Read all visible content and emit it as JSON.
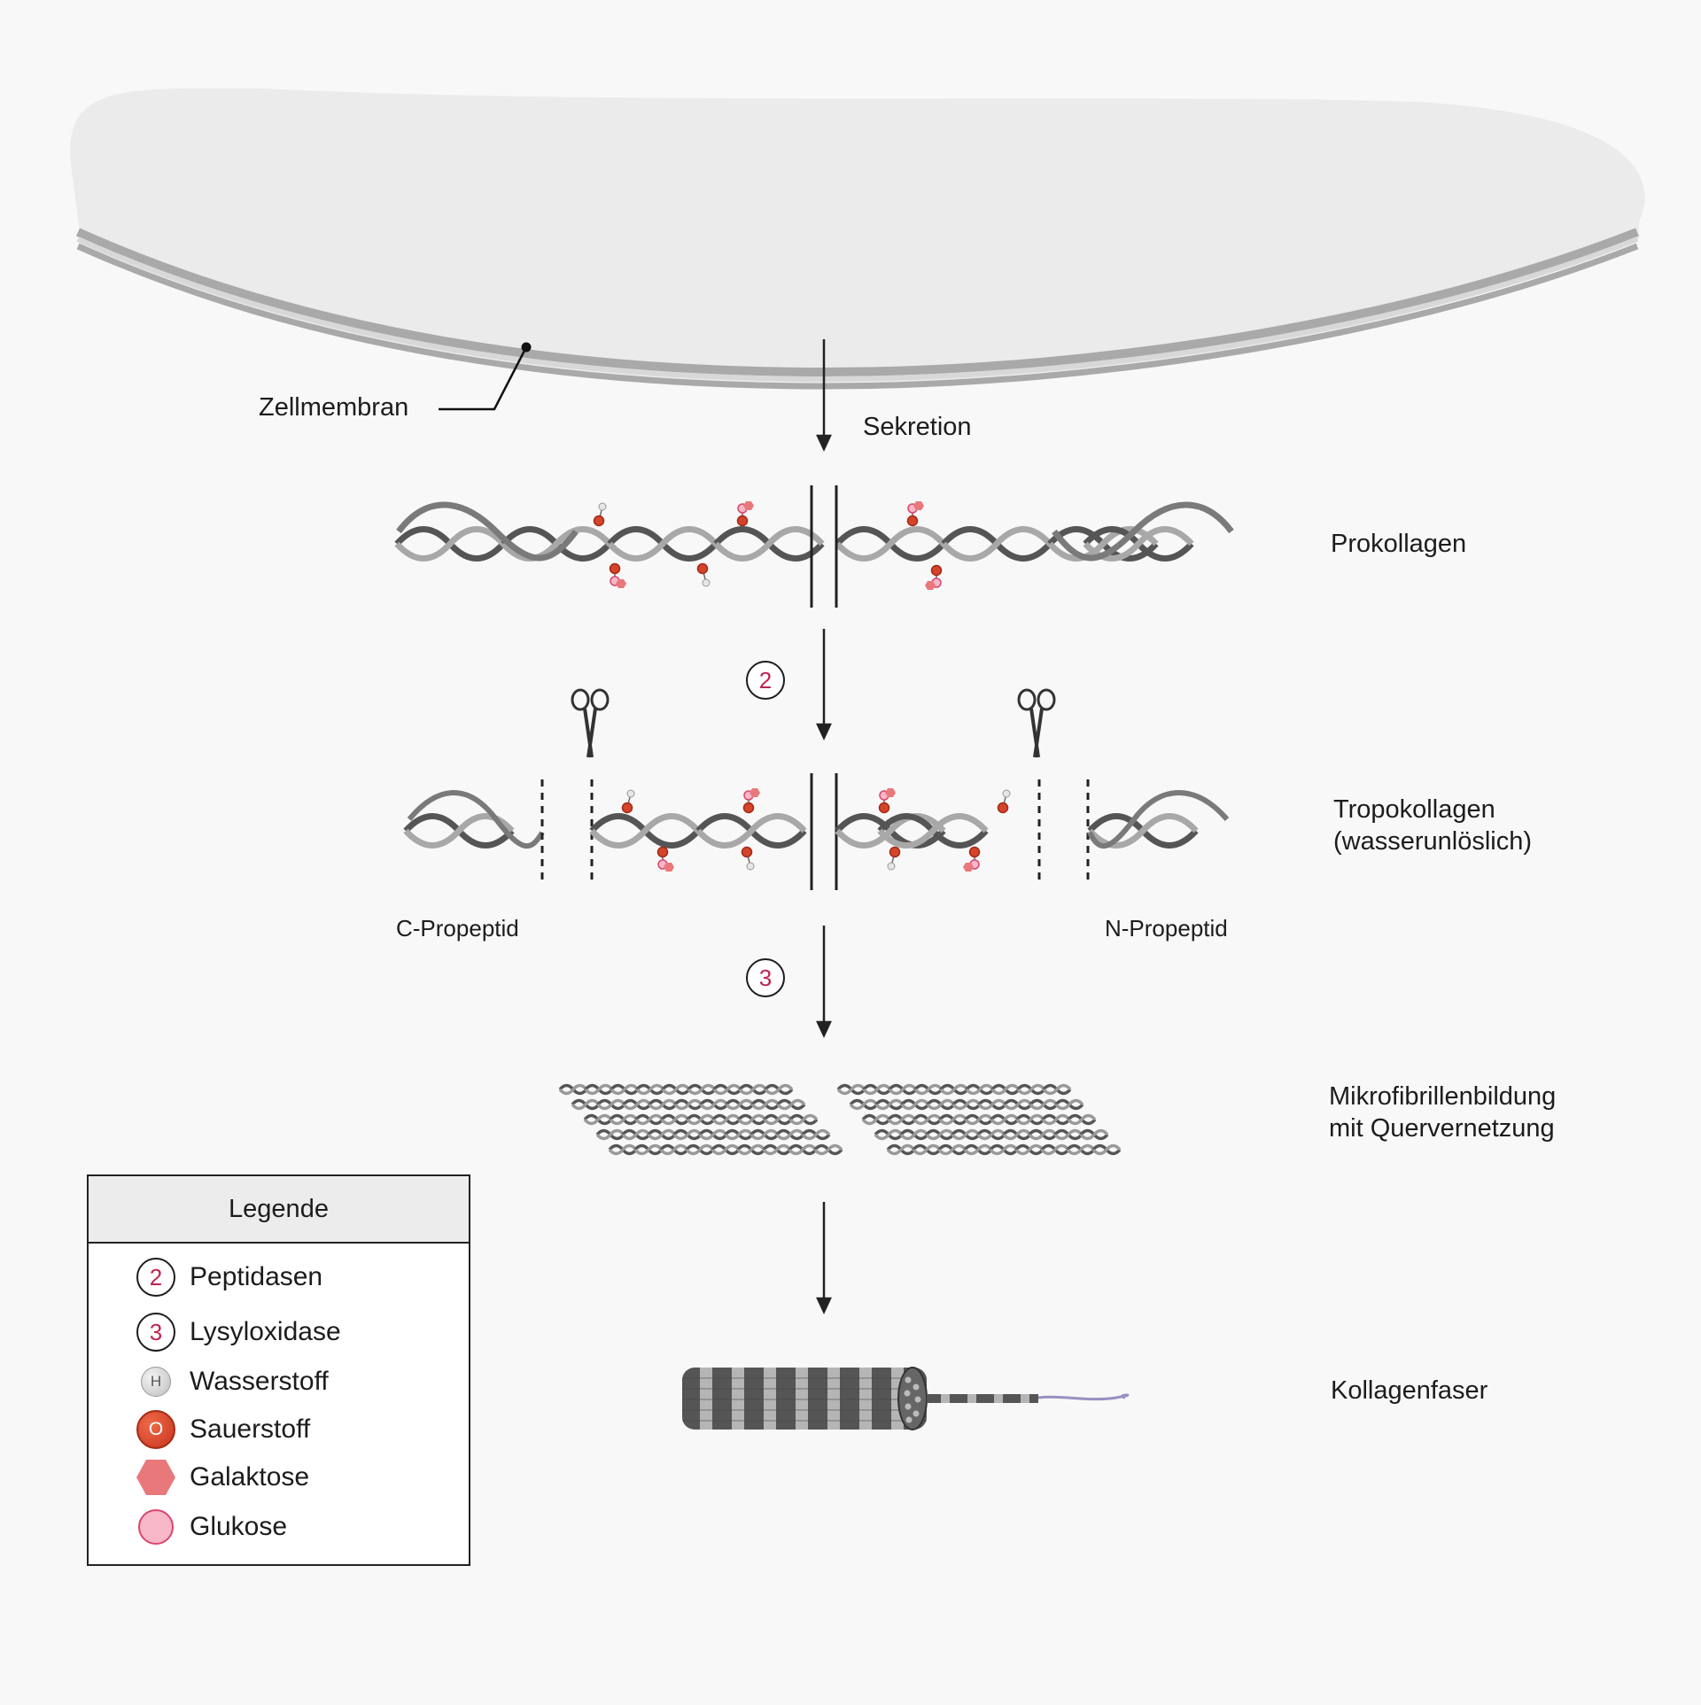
{
  "labels": {
    "membrane": "Zellmembran",
    "secretion": "Sekretion",
    "procollagen": "Prokollagen",
    "tropocollagen": "Tropokollagen\n(wasserunlöslich)",
    "c_propeptide": "C-Propeptid",
    "n_propeptide": "N-Propeptid",
    "microfibrils": "Mikrofibrillenbildung\nmit Quervernetzung",
    "fiber": "Kollagenfaser"
  },
  "steps": {
    "peptidase_step": "2",
    "lysyloxidase_step": "3"
  },
  "legend": {
    "title": "Legende",
    "items": [
      {
        "symbol": "2",
        "icon": "step-circle",
        "label": "Peptidasen"
      },
      {
        "symbol": "3",
        "icon": "step-circle",
        "label": "Lysyloxidase"
      },
      {
        "symbol": "H",
        "icon": "hydrogen-atom",
        "label": "Wasserstoff"
      },
      {
        "symbol": "O",
        "icon": "oxygen-atom",
        "label": "Sauerstoff"
      },
      {
        "icon": "galactose-hexagon",
        "label": "Galaktose"
      },
      {
        "icon": "glucose-circle",
        "label": "Glukose"
      }
    ]
  },
  "colors": {
    "background": "#f8f8f8",
    "cell": "#ebebeb",
    "membrane": "#a9a9a9",
    "strand_dark": "#555555",
    "strand_light": "#a8a8a8",
    "oxygen": "#d5442a",
    "galactose": "#e8787a",
    "glucose": "#f7b7c8",
    "step_number": "#c0244f"
  }
}
